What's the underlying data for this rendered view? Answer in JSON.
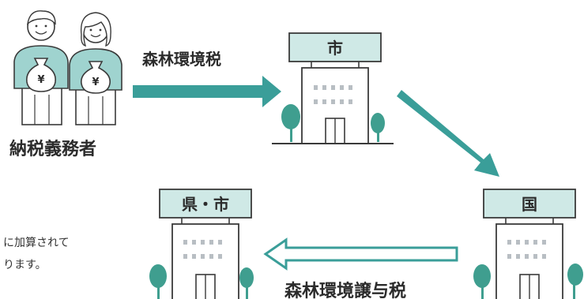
{
  "labels": {
    "taxpayers": "納税義務者",
    "flow_tax": "森林環境税",
    "flow_transfer": "森林環境譲与税",
    "city_sign": "市",
    "nation_sign": "国",
    "pref_city_sign": "県・市",
    "yen_symbol": "¥"
  },
  "note": {
    "line1": "に加算されて",
    "line2": "ります。"
  },
  "colors": {
    "teal": "#3a9e99",
    "sign_fill": "#cfe9e6",
    "tree": "#3f9e8f",
    "person_fill": "#9fd3cf",
    "outline": "#3a3a3a"
  }
}
